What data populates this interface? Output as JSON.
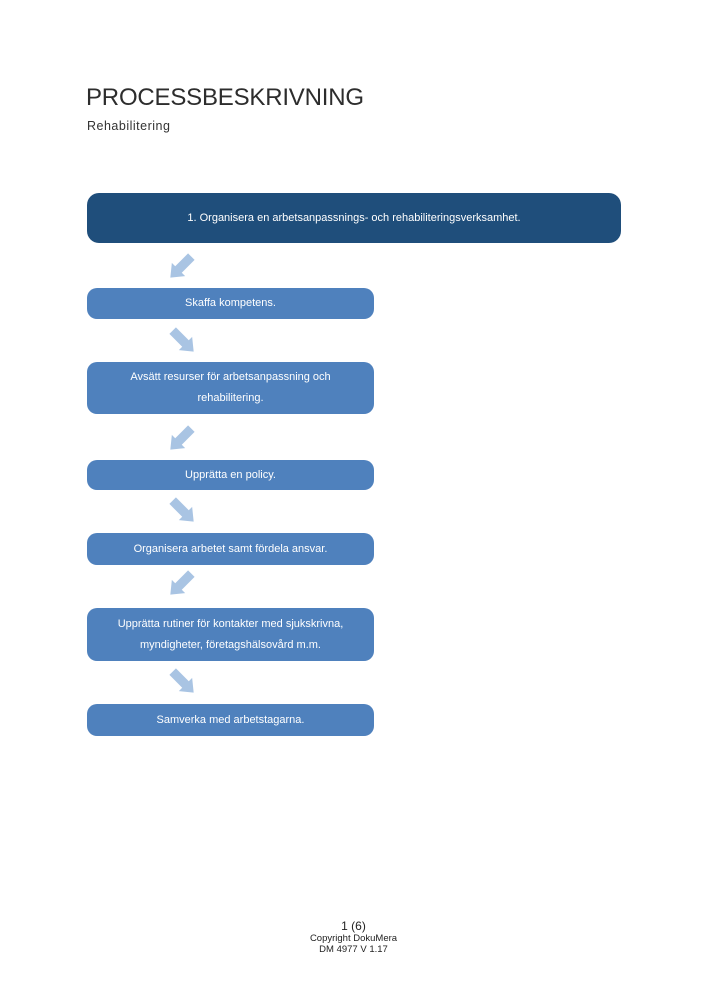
{
  "header": {
    "title": "PROCESSBESKRIVNING",
    "subtitle": "Rehabilitering"
  },
  "flow": {
    "steps": [
      {
        "label": "1. Organisera en arbetsanpassnings- och rehabiliteringsverksamhet.",
        "style": "dark-blue"
      },
      {
        "label": "Skaffa kompetens.",
        "style": "blue"
      },
      {
        "label": "Avsätt resurser för arbetsanpassning och rehabilitering.",
        "style": "blue"
      },
      {
        "label": "Upprätta en policy.",
        "style": "blue"
      },
      {
        "label": "Organisera arbetet samt fördela ansvar.",
        "style": "blue"
      },
      {
        "label": "Upprätta rutiner för kontakter med sjukskrivna, myndigheter, företagshälsovård m.m.",
        "style": "blue"
      },
      {
        "label": "Samverka med arbetstagarna.",
        "style": "blue"
      }
    ],
    "arrow_directions": [
      "down-left",
      "down-right",
      "down-left",
      "down-right",
      "down-left",
      "down-right"
    ]
  },
  "footer": {
    "page_number": "1 (6)",
    "copyright": "Copyright DokuMera",
    "doc_id": "DM 4977 V 1.17"
  },
  "colors": {
    "step1_fill": "#1F4E7B",
    "step_fill": "#4F81BD",
    "arrow_fill": "#A9C4E3",
    "step_text": "#FFFFFF",
    "title_text": "#2D2D2D"
  }
}
